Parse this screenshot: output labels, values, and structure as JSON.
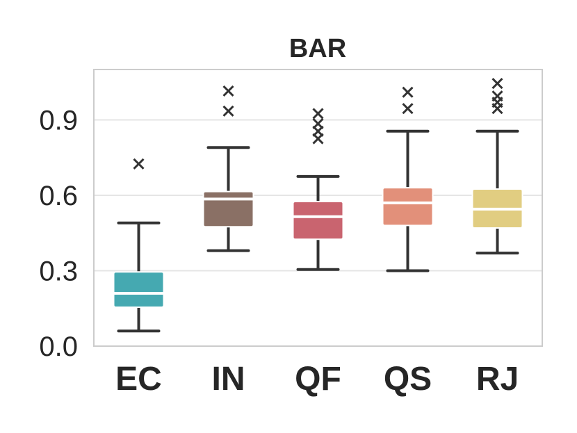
{
  "chart_data": {
    "type": "box",
    "title": "BAR",
    "xlabel": "",
    "ylabel": "",
    "ylim": [
      0.0,
      1.1
    ],
    "yticks": [
      0.0,
      0.3,
      0.6,
      0.9
    ],
    "ytick_labels": [
      "0.0",
      "0.3",
      "0.6",
      "0.9"
    ],
    "grid": true,
    "categories": [
      "EC",
      "IN",
      "QF",
      "QS",
      "RJ"
    ],
    "boxes": [
      {
        "category": "EC",
        "color": "#45a9b1",
        "whisker_low": 0.06,
        "q1": 0.155,
        "median": 0.21,
        "q3": 0.295,
        "whisker_high": 0.49,
        "outliers": [
          0.725
        ]
      },
      {
        "category": "IN",
        "color": "#8a7065",
        "whisker_low": 0.38,
        "q1": 0.475,
        "median": 0.585,
        "q3": 0.615,
        "whisker_high": 0.79,
        "outliers": [
          0.935,
          1.015
        ]
      },
      {
        "category": "QF",
        "color": "#c9646f",
        "whisker_low": 0.305,
        "q1": 0.425,
        "median": 0.515,
        "q3": 0.575,
        "whisker_high": 0.675,
        "outliers": [
          0.825,
          0.855,
          0.885,
          0.925
        ]
      },
      {
        "category": "QS",
        "color": "#e2907a",
        "whisker_low": 0.3,
        "q1": 0.48,
        "median": 0.57,
        "q3": 0.63,
        "whisker_high": 0.855,
        "outliers": [
          0.945,
          1.01
        ]
      },
      {
        "category": "RJ",
        "color": "#e1cd81",
        "whisker_low": 0.37,
        "q1": 0.47,
        "median": 0.545,
        "q3": 0.625,
        "whisker_high": 0.855,
        "outliers": [
          0.945,
          0.97,
          0.995,
          1.045
        ]
      }
    ]
  }
}
